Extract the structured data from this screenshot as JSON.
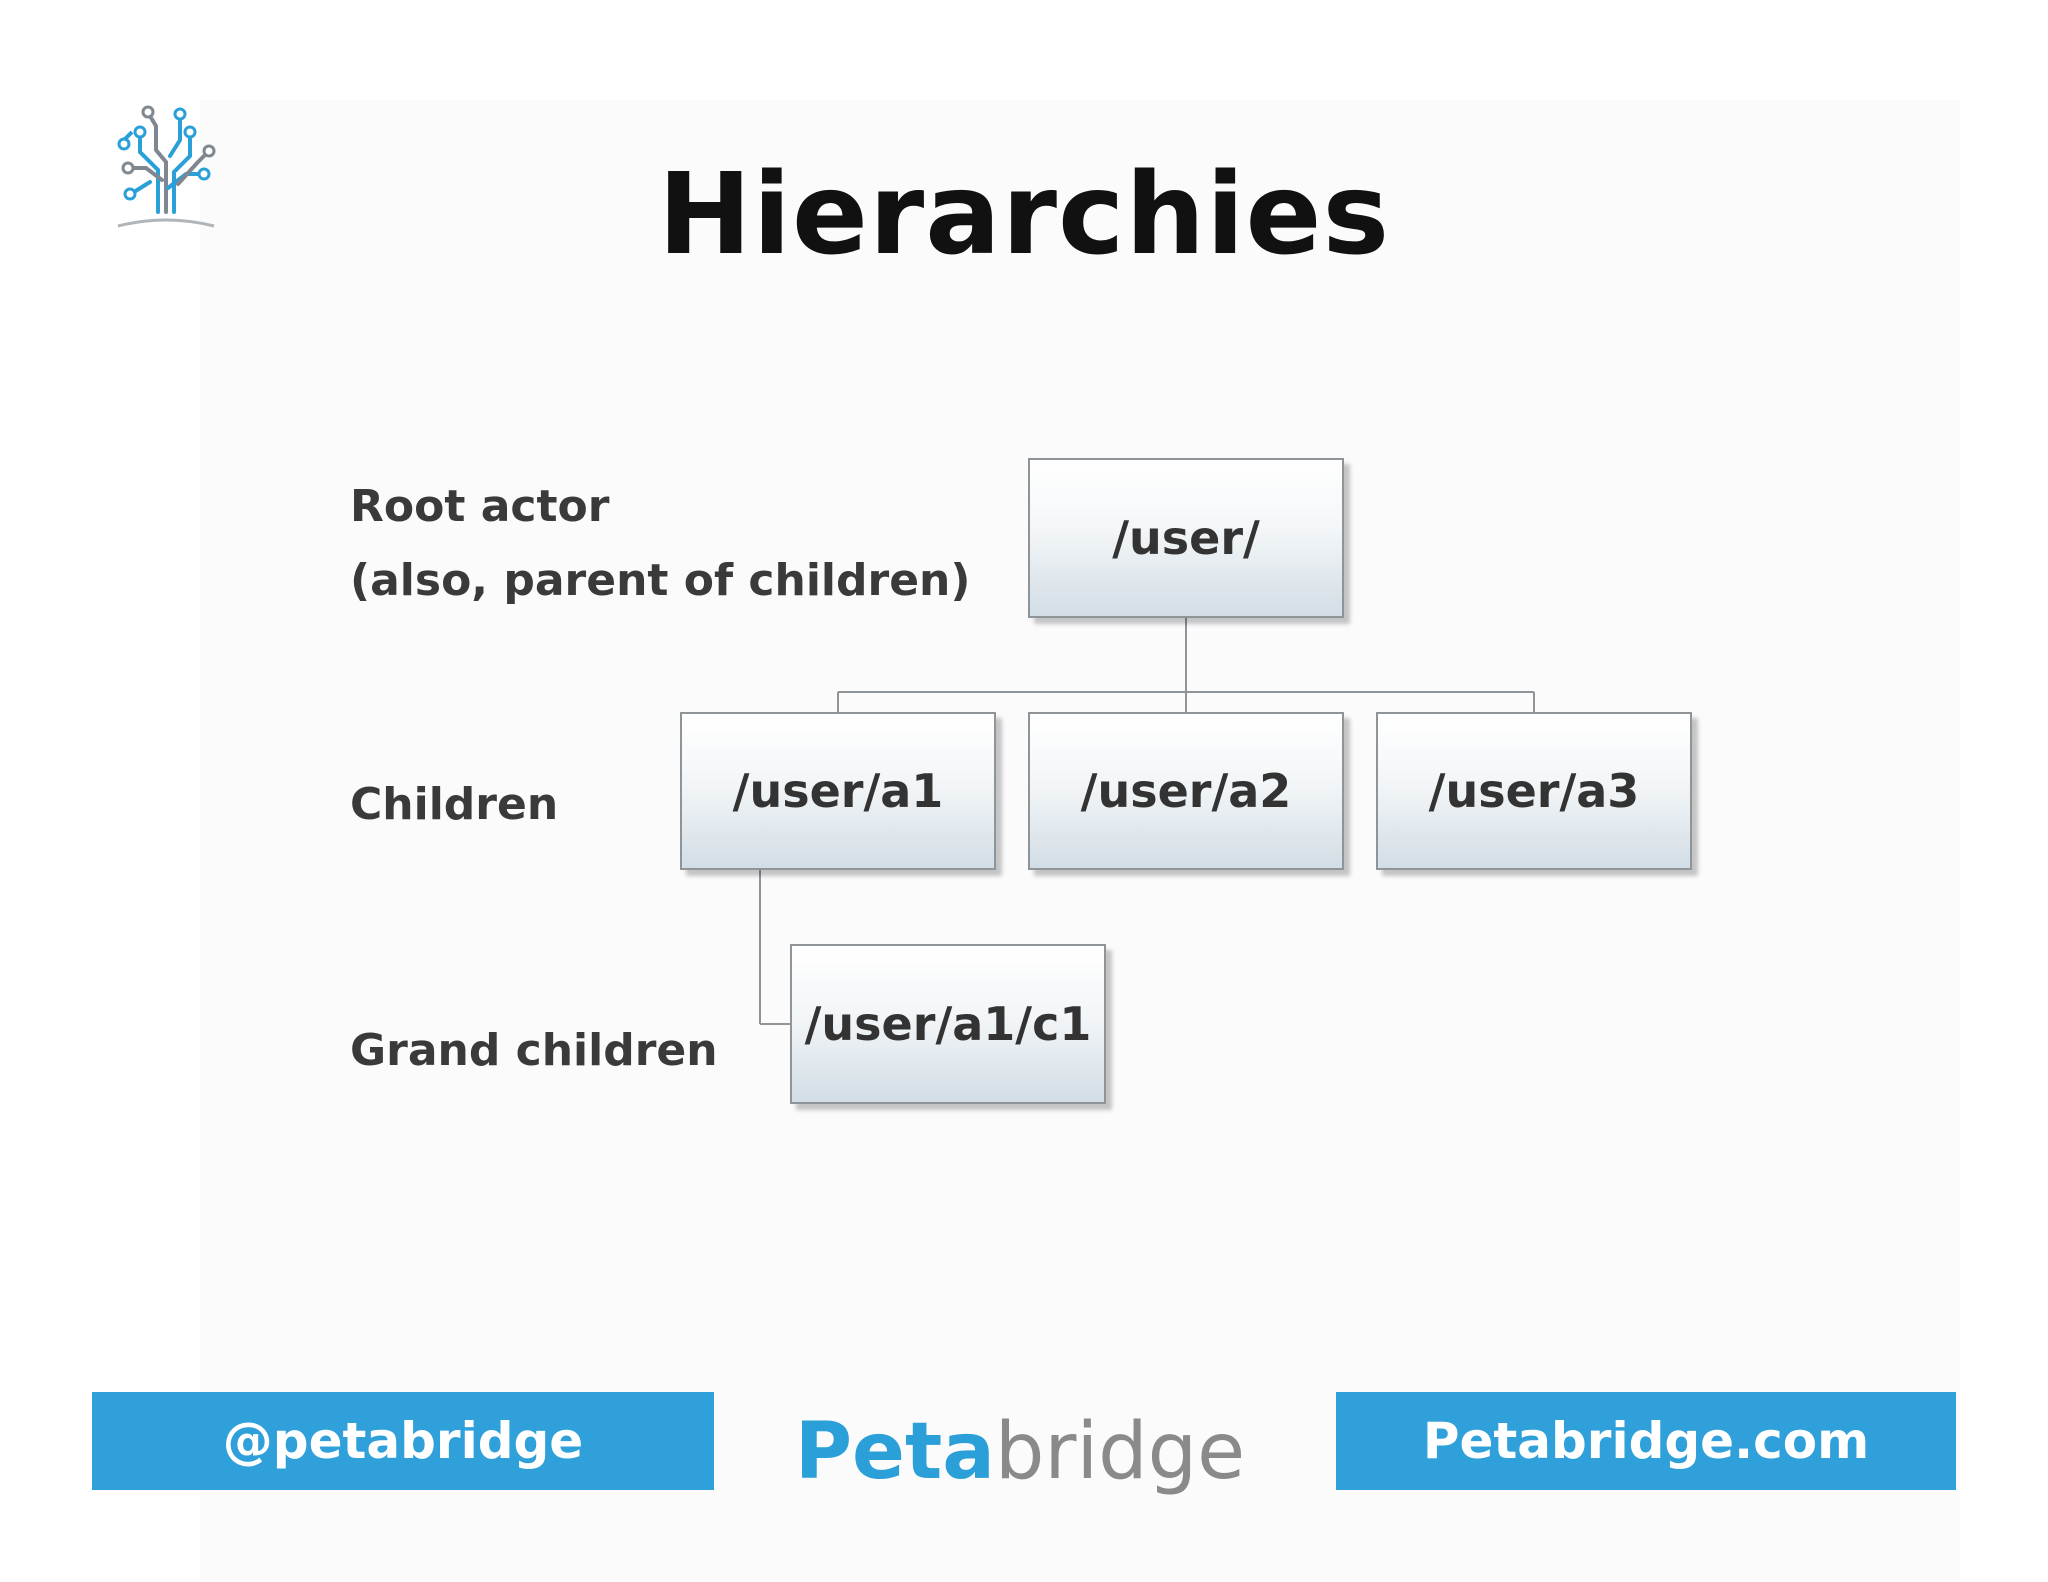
{
  "title": "Hierarchies",
  "labels": {
    "root_line1": "Root actor",
    "root_line2": "(also, parent of children)",
    "children": "Children",
    "grandchildren": "Grand children"
  },
  "nodes": {
    "root": "/user/",
    "a1": "/user/a1",
    "a2": "/user/a2",
    "a3": "/user/a3",
    "c1": "/user/a1/c1"
  },
  "footer": {
    "handle": "@petabridge",
    "brand_strong": "Peta",
    "brand_light": "bridge",
    "website": "Petabridge.com"
  },
  "colors": {
    "accent_blue": "#30a0db",
    "brand_blue": "#2a9fd8",
    "brand_gray": "#8a8a8a",
    "logo_gray": "#7f8890"
  },
  "icons": {
    "logo": "circuit-tree-logo"
  }
}
